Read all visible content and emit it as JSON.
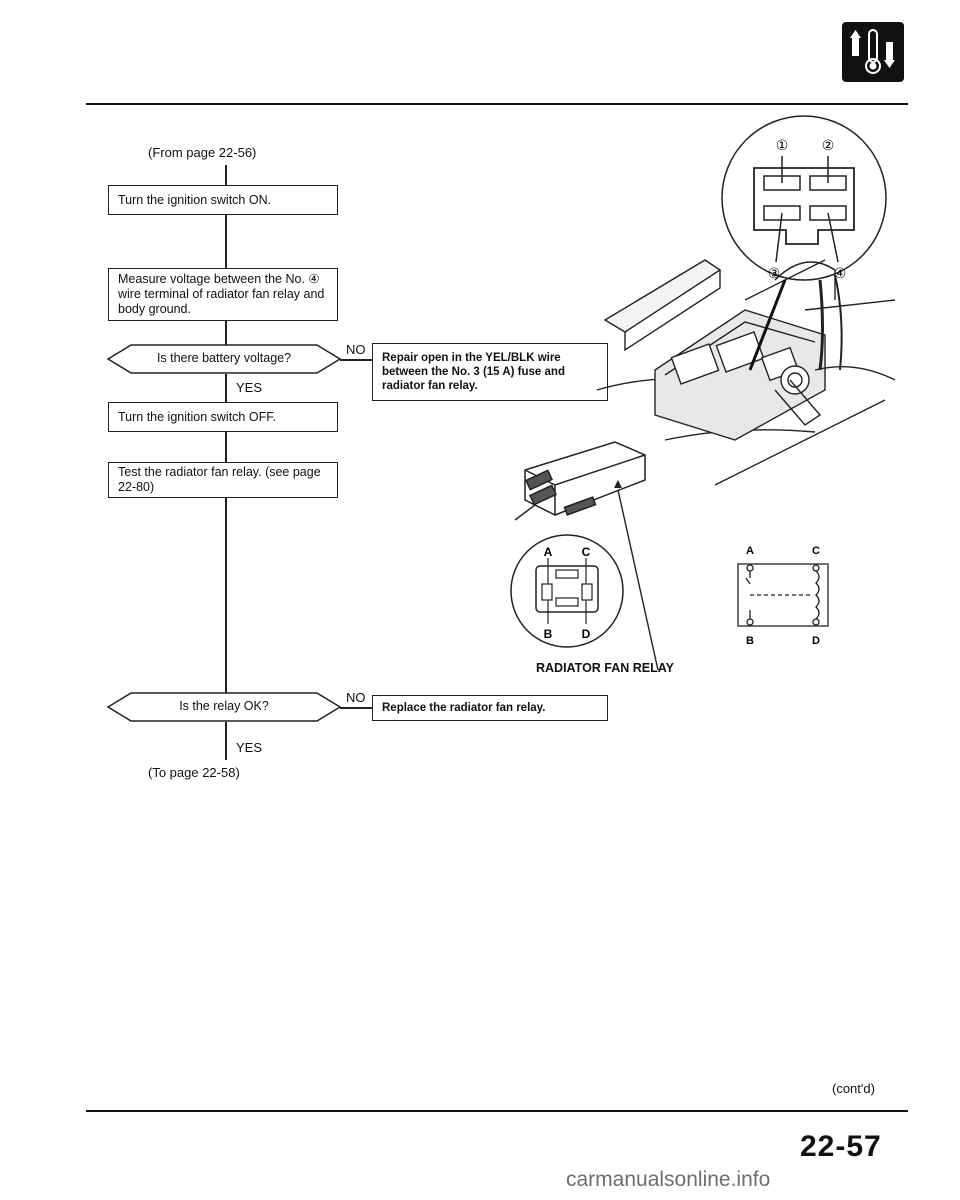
{
  "header": {
    "icon": "thermometer-section-icon"
  },
  "flowchart": {
    "from_page": "(From page 22-56)",
    "to_page": "(To page 22-58)",
    "step1": "Turn the ignition switch ON.",
    "step2": "Measure voltage between the No. ④ wire terminal of radiator fan relay and body ground.",
    "decision1": "Is there battery voltage?",
    "decision1_no_label": "NO",
    "decision1_yes_label": "YES",
    "action_no1": "Repair open in the YEL/BLK wire between the No. 3 (15 A) fuse and radiator fan relay.",
    "step3": "Turn the ignition switch OFF.",
    "step4": "Test the radiator fan relay. (see page 22-80)",
    "decision2": "Is the relay OK?",
    "decision2_no_label": "NO",
    "decision2_yes_label": "YES",
    "action_no2": "Replace the radiator fan relay."
  },
  "diagram": {
    "connector_terminals": [
      "①",
      "②",
      "③",
      "④"
    ],
    "relay_label": "RADIATOR FAN RELAY",
    "relay_pins": [
      "A",
      "C",
      "B",
      "D"
    ],
    "schematic_pins": [
      "A",
      "C",
      "B",
      "D"
    ]
  },
  "footer": {
    "contd": "(cont'd)",
    "page_number": "22-57",
    "watermark": "carmanualsonline.info"
  }
}
